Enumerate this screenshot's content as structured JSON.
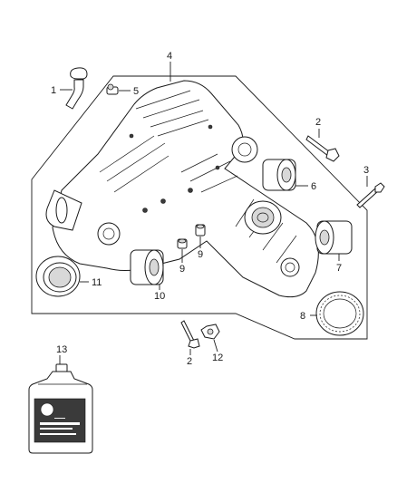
{
  "callouts": {
    "c1": "1",
    "c2a": "2",
    "c2b": "2",
    "c3": "3",
    "c4": "4",
    "c5": "5",
    "c6": "6",
    "c7": "7",
    "c8": "8",
    "c9a": "9",
    "c9b": "9",
    "c10": "10",
    "c11": "11",
    "c12": "12",
    "c13": "13"
  }
}
